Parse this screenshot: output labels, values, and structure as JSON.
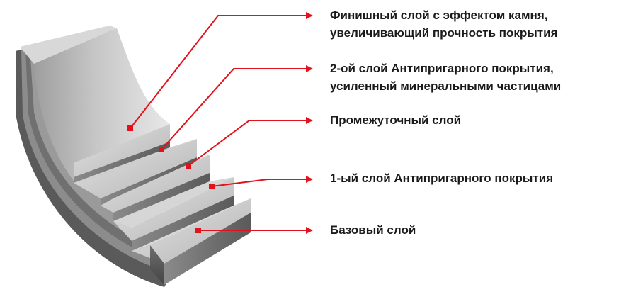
{
  "labels": [
    {
      "lines": [
        "Финишный слой с эффектом камня,",
        "увеличивающий прочность покрытия"
      ]
    },
    {
      "lines": [
        "2-ой слой Антипригарного покрытия,",
        "усиленный минеральными частицами"
      ]
    },
    {
      "lines": [
        "Промежуточный слой"
      ]
    },
    {
      "lines": [
        "1-ый слой Антипригарного покрытия"
      ]
    },
    {
      "lines": [
        "Базовый слой"
      ]
    }
  ],
  "colors": {
    "arrow": "#e3111b",
    "text": "#1a1a1a"
  }
}
